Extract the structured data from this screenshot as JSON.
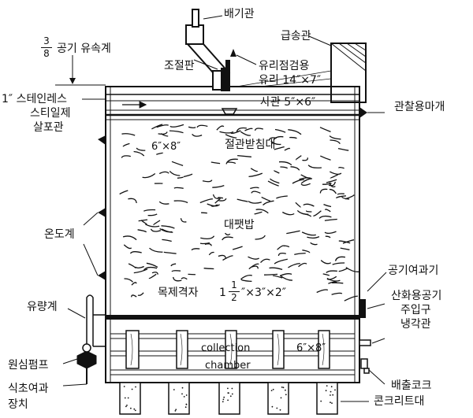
{
  "labels": {
    "exhaust_pipe": "배기관",
    "supply_pipe": "급송관",
    "air_flow_meter_frac_num": "3",
    "air_flow_meter_frac_den": "8",
    "air_flow_meter": "공기 유속계",
    "control_plate": "조절판",
    "glass_inspection_1": "유리점검용",
    "glass_inspection_2": "유리 14″×7″",
    "stainless_pipe_1": "1″ 스테인레스",
    "stainless_pipe_2": "스티일제",
    "stainless_pipe_3": "살포관",
    "square_pipe": "사관 5″×6″",
    "observation_cover": "관찰용마개",
    "joist_size": "6″×8″",
    "joist_support": "절관받침대",
    "straw_bed": "대팻밥",
    "thermometer": "온도계",
    "air_filter": "공기여과기",
    "oxidation_air_1": "산화용공기",
    "oxidation_air_2": "주입구",
    "cooling_pipe": "냉각관",
    "wood_lattice": "목제격자",
    "lattice_size_prefix": "1",
    "lattice_frac_num": "1",
    "lattice_frac_den": "2",
    "lattice_size_suffix": "″×3″×2″",
    "flow_meter": "유량계",
    "collection_1": "collection",
    "collection_2": "chamber",
    "chamber_size": "6″×8″",
    "centrifugal_pump": "원심펌프",
    "drain_cock": "배출코크",
    "vinegar_filter_1": "식초여과",
    "vinegar_filter_2": "장치",
    "concrete_base": "콘크리트대"
  }
}
